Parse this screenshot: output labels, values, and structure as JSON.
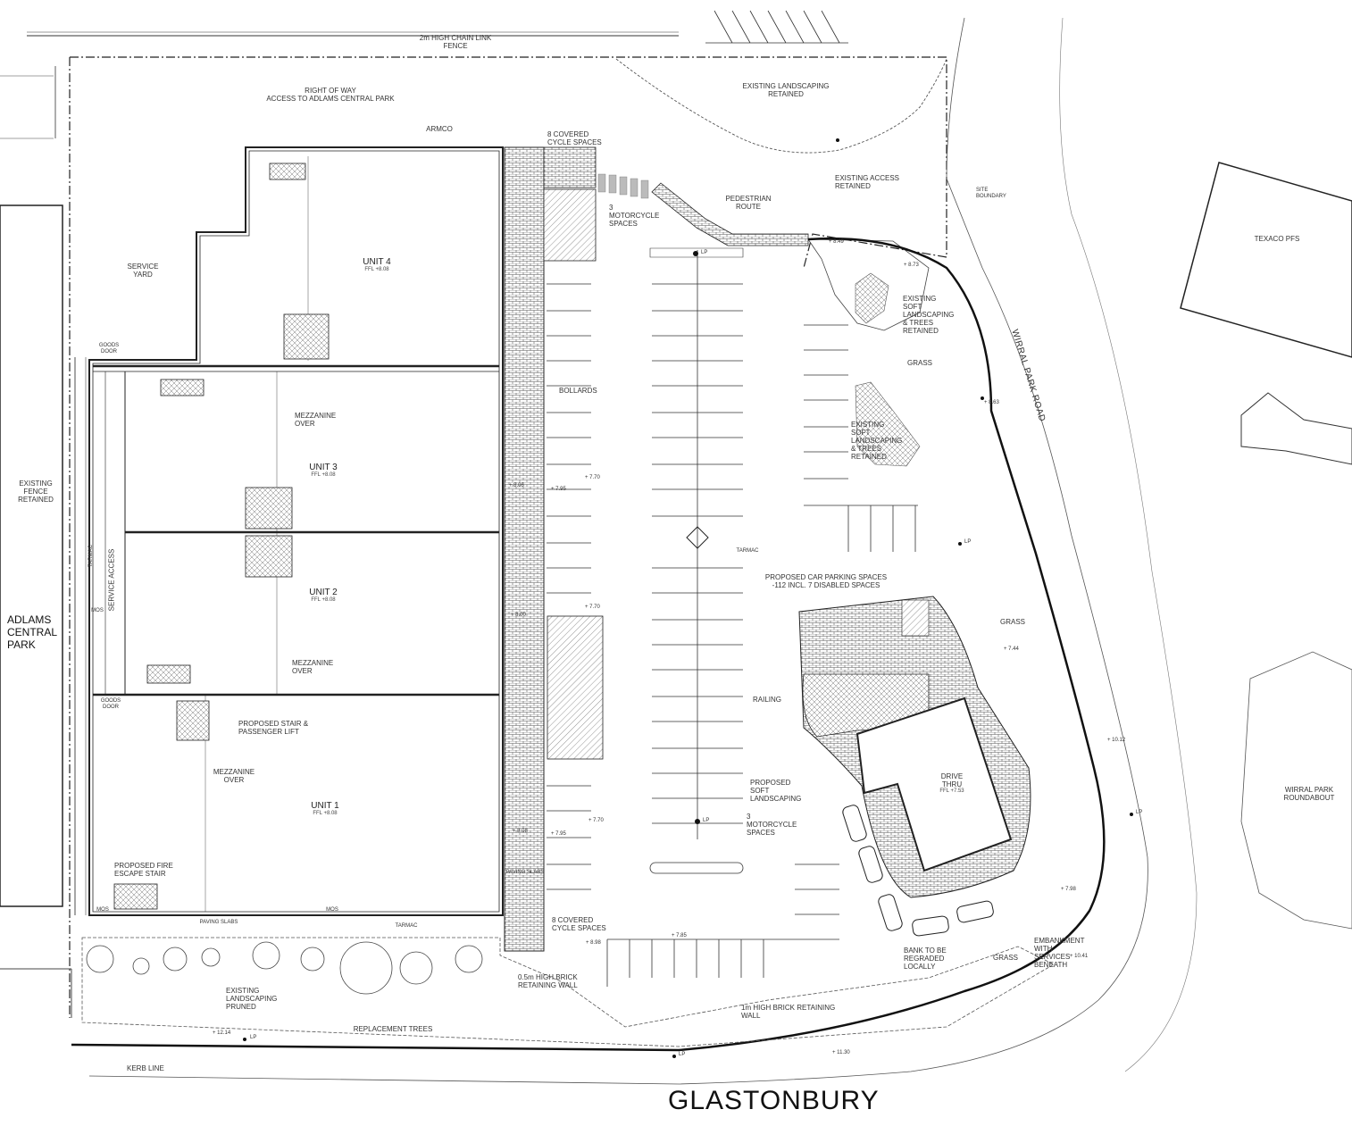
{
  "title": "GLASTONBURY",
  "units": [
    {
      "name": "UNIT 4",
      "ffl": "FFL +8.08"
    },
    {
      "name": "UNIT 3",
      "ffl": "FFL +8.08"
    },
    {
      "name": "UNIT 2",
      "ffl": "FFL +8.08"
    },
    {
      "name": "UNIT 1",
      "ffl": "FFL +8.08"
    }
  ],
  "drive_thru": {
    "name": "DRIVE\nTHRU",
    "ffl": "FFL +7.53"
  },
  "labels": {
    "fence": "2m HIGH CHAIN LINK\nFENCE",
    "right_of_way": "RIGHT OF WAY\nACCESS TO ADLAMS CENTRAL PARK",
    "armco": "ARMCO",
    "covered_cycle_top": "8 COVERED\nCYCLE SPACES",
    "existing_landscaping_retained": "EXISTING LANDSCAPING\nRETAINED",
    "existing_access_retained": "EXISTING ACCESS\nRETAINED",
    "site_boundary": "SITE\nBOUNDARY",
    "pedestrian_route": "PEDESTRIAN\nROUTE",
    "motorcycle_top": "3\nMOTORCYCLE\nSPACES",
    "texaco": "TEXACO PFS",
    "service_yard": "SERVICE\nYARD",
    "goods_door_top": "GOODS\nDOOR",
    "bollards": "BOLLARDS",
    "mezzanine_over_1": "MEZZANINE\nOVER",
    "mezzanine_over_2": "MEZZANINE\nOVER",
    "mezzanine_over_3": "MEZZANINE\nOVER",
    "existing_fence_retained": "EXISTING\nFENCE\nRETAINED",
    "adlams_central_park": "ADLAMS\nCENTRAL\nPARK",
    "tarmac_side": "TARMAC",
    "service_access": "SERVICE ACCESS",
    "mos_side": "MOS",
    "goods_door_bottom": "GOODS\nDOOR",
    "proposed_stair_lift": "PROPOSED STAIR &\nPASSENGER LIFT",
    "existing_soft_landscaping_1": "EXISTING\nSOFT\nLANDSCAPING\n& TREES\nRETAINED",
    "grass_1": "GRASS",
    "wirral_park_road": "WIRRAL PARK ROAD",
    "existing_soft_landscaping_2": "EXISTING\nSOFT\nLANDSCAPING\n& TREES\nRETAINED",
    "tarmac_car_park": "TARMAC",
    "proposed_car_parking": "PROPOSED CAR PARKING SPACES\n-112 INCL. 7 DISABLED SPACES",
    "grass_2": "GRASS",
    "railing": "RAILING",
    "proposed_soft_landscaping": "PROPOSED\nSOFT\nLANDSCAPING",
    "motorcycle_bottom": "3\nMOTORCYCLE\nSPACES",
    "wirral_park_roundabout": "WIRRAL PARK\nROUNDABOUT",
    "proposed_fire_escape": "PROPOSED FIRE\nESCAPE STAIR",
    "mos_bottom_left": "MOS",
    "mos_bottom_mid": "MOS",
    "paving_slabs_bottom": "PAVING SLABS",
    "tarmac_bottom": "TARMAC",
    "paving_slabs_strip": "PAVING SLABS",
    "covered_cycle_bottom": "8 COVERED\nCYCLE SPACES",
    "bank_regraded": "BANK TO BE\nREGRADED\nLOCALLY",
    "embankment": "EMBANKMENT\nWITH\nSERVICES\nBENEATH",
    "grass_3": "GRASS",
    "half_m_wall": "0.5m HIGH BRICK\nRETAINING WALL",
    "existing_landscaping_pruned": "EXISTING\nLANDSCAPING\nPRUNED",
    "one_m_wall": "1m HIGH BRICK RETAINING\nWALL",
    "replacement_trees": "REPLACEMENT TREES",
    "kerb_line": "KERB LINE"
  },
  "levels": [
    "+ 8.49",
    "+ 8.73",
    "+ 8.63",
    "+ 7.70",
    "+ 7.95",
    "+ 8.06",
    "+ 7.70",
    "+ 8.00",
    "+ 7.70",
    "+ 7.95",
    "+ 8.08",
    "+ 8.98",
    "+ 7.85",
    "+ 7.44",
    "+ 10.12",
    "+ 7.98",
    "+ 10.41",
    "+ 12.14",
    "+ 11.30"
  ],
  "lp_label": "LP",
  "colors": {
    "line": "#2a2a2a",
    "hatch": "#555555",
    "paper": "#ffffff"
  }
}
